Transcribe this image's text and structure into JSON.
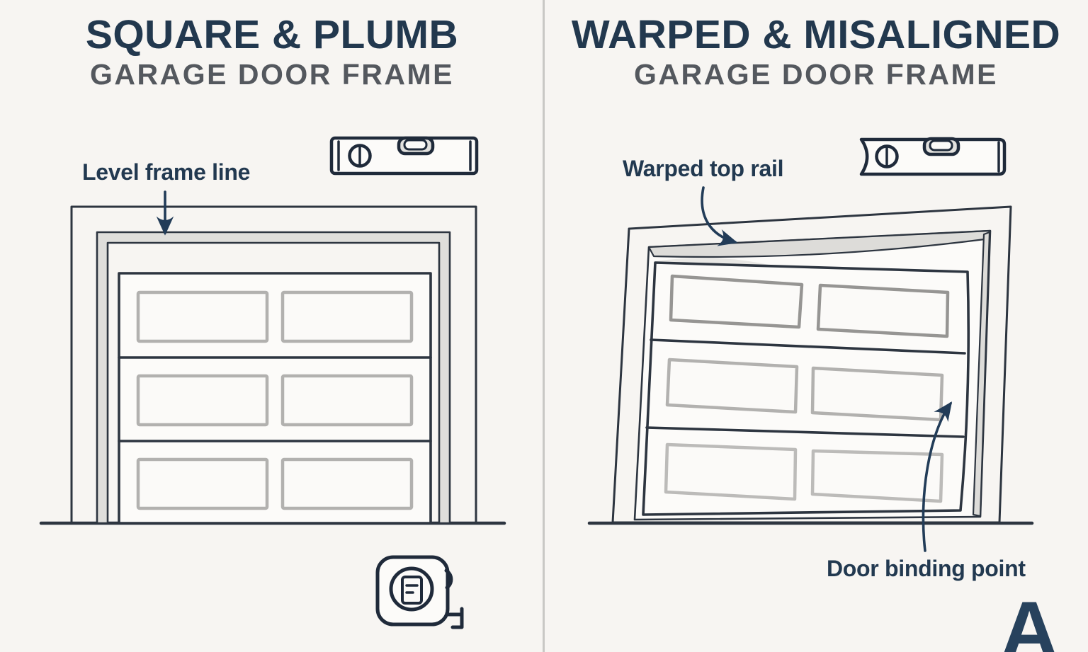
{
  "colors": {
    "background": "#f7f5f2",
    "ink": "#2d3540",
    "title_navy": "#22384e",
    "subtitle_gray": "#54585e",
    "label_navy": "#223950",
    "arrow_navy": "#223c58",
    "trim_gray": "#dfdedb",
    "window_border_gray": "#b2b1af",
    "panel_divider_gray": "#c9c8c5",
    "watermark_navy": "#27425d"
  },
  "left_panel": {
    "title": "SQUARE & PLUMB",
    "subtitle": "GARAGE DOOR FRAME",
    "callouts": {
      "level_frame_line": "Level frame line"
    },
    "icons": [
      "spirit-level-icon",
      "tape-measure-icon"
    ]
  },
  "right_panel": {
    "title": "WARPED & MISALIGNED",
    "subtitle": "GARAGE DOOR FRAME",
    "callouts": {
      "warped_top_rail": "Warped top rail",
      "door_binding_point": "Door binding point"
    },
    "icons": [
      "warped-spirit-level-icon"
    ],
    "watermark": "A"
  }
}
